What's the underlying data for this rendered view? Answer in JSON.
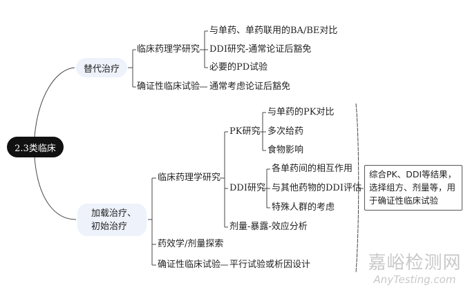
{
  "root": {
    "label": "2.3类临床"
  },
  "branches": [
    {
      "label": "替代治疗",
      "children": [
        {
          "label": "临床药理学研究",
          "children": [
            "与单药、单药联用的BA/BE对比",
            "DDI研究-通常论证后豁免",
            "必要的PD试验"
          ]
        },
        {
          "label": "确证性临床试验",
          "detail": "通常考虑论证后豁免"
        }
      ]
    },
    {
      "label_line1": "加载治疗、",
      "label_line2": "初始治疗",
      "children": [
        {
          "label": "临床药理学研究",
          "children": [
            {
              "label": "PK研究",
              "children": [
                "与单药的PK对比",
                "多次给药",
                "食物影响"
              ]
            },
            {
              "label": "DDI研究",
              "children": [
                "各单药间的相互作用",
                "与其他药物的DDI评估",
                "特殊人群的考虑"
              ]
            },
            {
              "label": "剂量-暴露-效应分析"
            }
          ]
        },
        {
          "label": "药效学/剂量探索"
        },
        {
          "label": "确证性临床试验",
          "detail": "平行试验或析因设计"
        }
      ]
    }
  ],
  "summary": "综合PK、DDI等结果，选择组方、剂量等，用于确证性临床试验",
  "watermark": {
    "cn": "嘉峪检测网",
    "en": "AnyTesting.com"
  }
}
